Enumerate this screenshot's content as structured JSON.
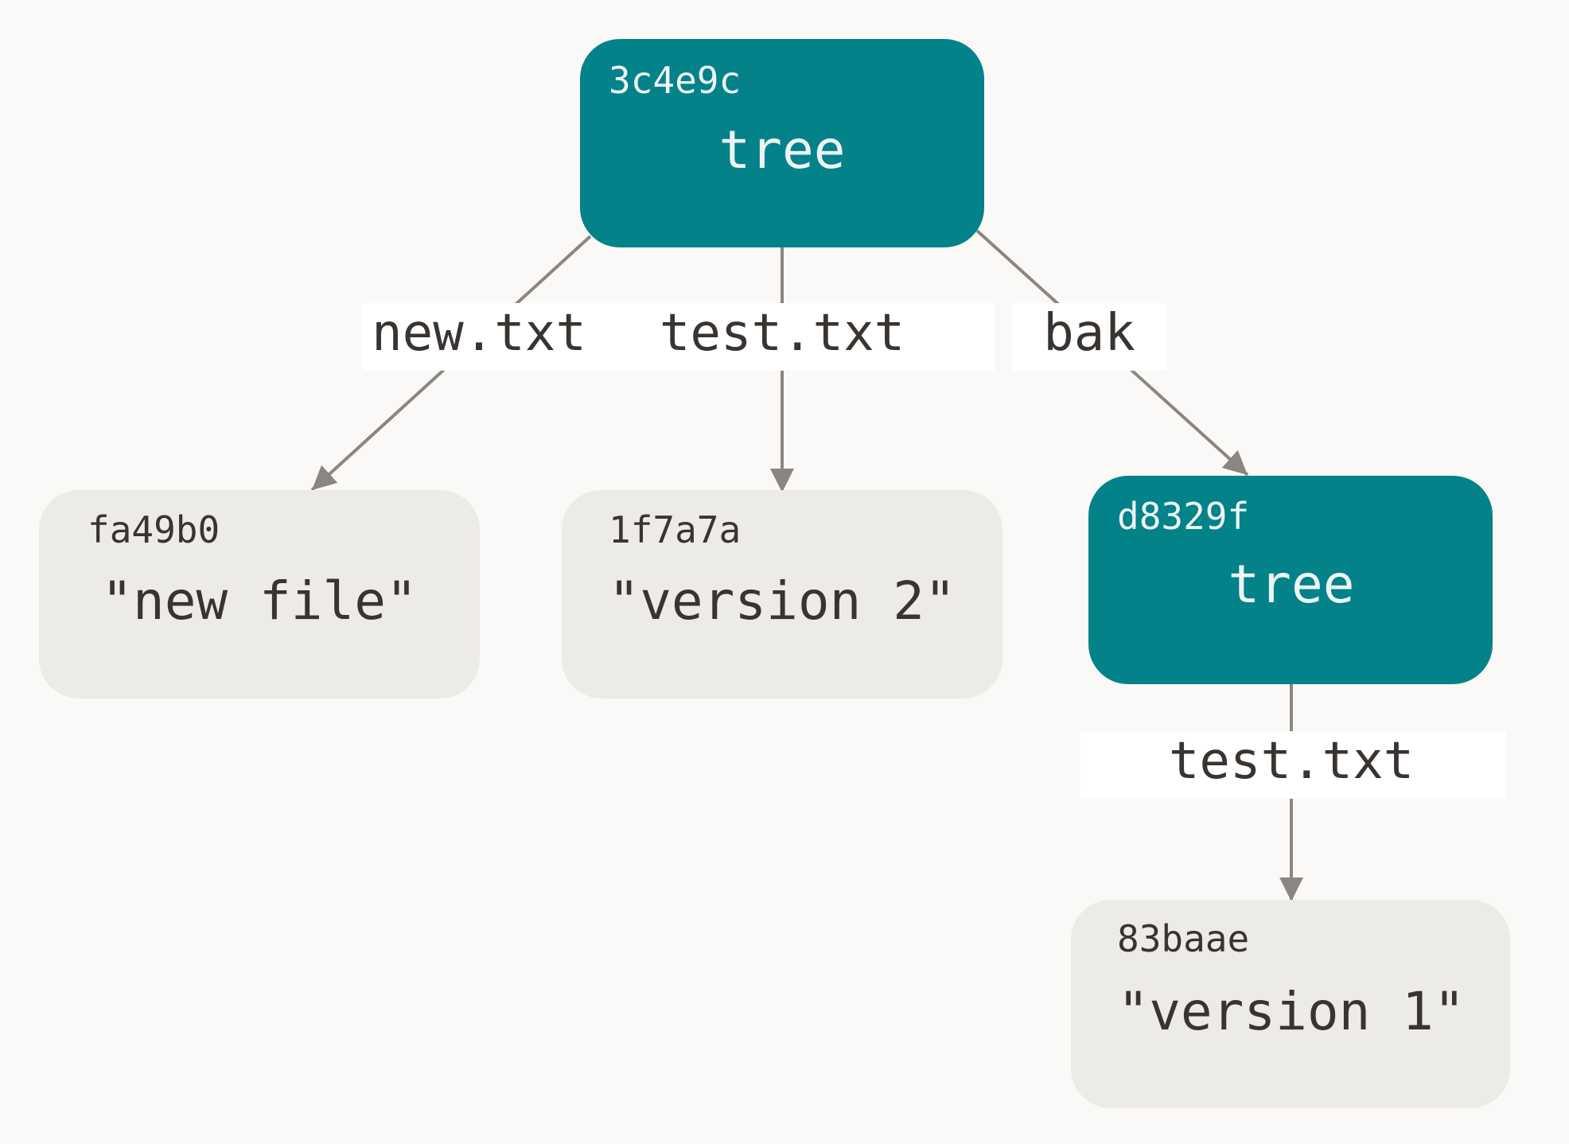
{
  "colors": {
    "background": "#faf9f7",
    "tree_fill": "#038289",
    "tree_text": "#eef4f4",
    "blob_fill": "#edebe5",
    "blob_text": "#3a3431",
    "edge": "#8a8680",
    "edge_label_bg": "#ffffff",
    "edge_label_text": "#3a3431"
  },
  "nodes": {
    "root_tree": {
      "hash": "3c4e9c",
      "kind": "tree"
    },
    "blob_new_file": {
      "hash": "fa49b0",
      "content": "\"new file\""
    },
    "blob_version2": {
      "hash": "1f7a7a",
      "content": "\"version 2\""
    },
    "bak_tree": {
      "hash": "d8329f",
      "kind": "tree"
    },
    "blob_version1": {
      "hash": "83baae",
      "content": "\"version 1\""
    }
  },
  "edges": {
    "root_to_new": {
      "label": "new.txt"
    },
    "root_to_test": {
      "label": "test.txt"
    },
    "root_to_bak": {
      "label": "bak"
    },
    "bak_to_test": {
      "label": "test.txt"
    }
  }
}
